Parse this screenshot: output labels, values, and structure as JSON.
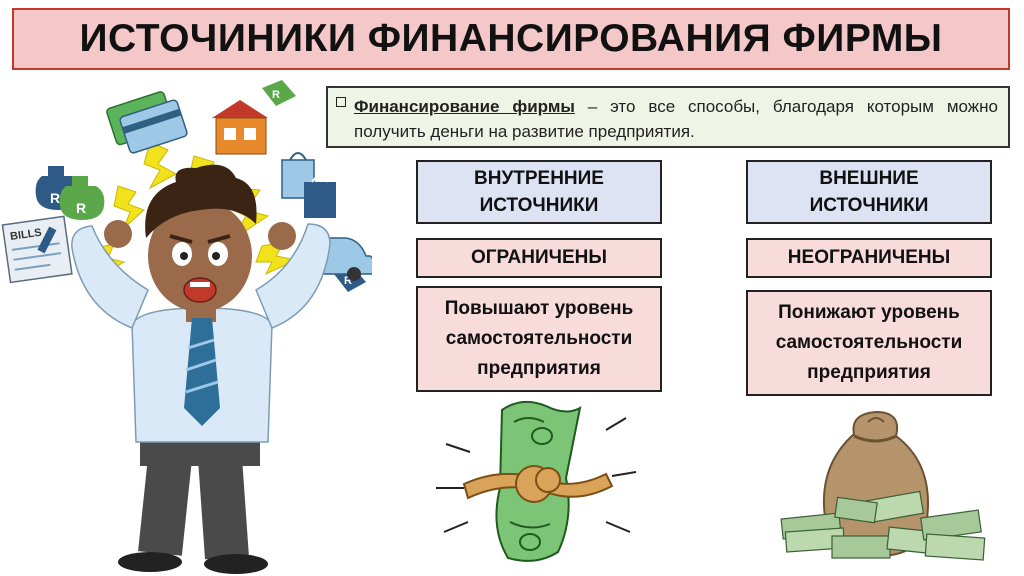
{
  "title": "ИСТОЧИНИКИ ФИНАНСИРОВАНИЯ ФИРМЫ",
  "definition": {
    "term": "Финансирование фирмы",
    "text": " – это все способы, благодаря которым можно получить деньги на развитие предприятия."
  },
  "internal": {
    "heading": "ВНУТРЕННИЕ\nИСТОЧНИКИ",
    "limit": "ОГРАНИЧЕНЫ",
    "effect": "Повышают уровень\nсамостоятельности\nпредприятия"
  },
  "external": {
    "heading": "ВНЕШНИЕ\nИСТОЧНИКИ",
    "limit": "НЕОГРАНИЧЕНЫ",
    "effect": "Понижают уровень\nсамостоятельности\nпредприятия"
  },
  "illustration": {
    "bills_label": "BILLS",
    "currency_symbol": "R"
  },
  "colors": {
    "title_bg": "#f4c7c8",
    "title_border": "#c0392b",
    "definition_bg": "#eef5e6",
    "category_bg": "#dde3f3",
    "detail_bg": "#f8dcdc"
  }
}
